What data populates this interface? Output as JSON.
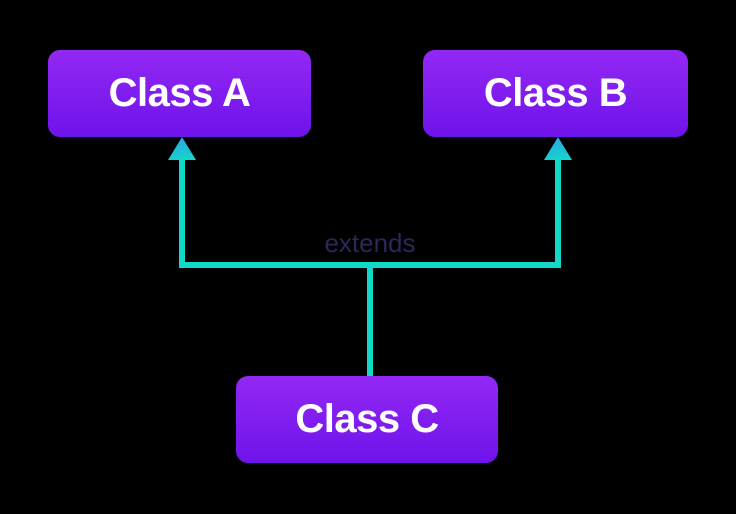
{
  "nodes": [
    {
      "id": "class-a",
      "label": "Class A"
    },
    {
      "id": "class-b",
      "label": "Class B"
    },
    {
      "id": "class-c",
      "label": "Class C"
    }
  ],
  "edges": [
    {
      "from": "class-c",
      "to": "class-a",
      "label": "extends",
      "arrow": "hollow-up"
    },
    {
      "from": "class-c",
      "to": "class-b",
      "label": "extends",
      "arrow": "hollow-up"
    }
  ],
  "edge_label": "extends",
  "colors": {
    "background": "#000000",
    "node_gradient_top": "#9328F4",
    "node_gradient_bottom": "#6E13EA",
    "node_text": "#FFFFFF",
    "connector": "#12D8C8",
    "arrow_gradient_top": "#31A0E8",
    "arrow_gradient_bottom": "#12D9C9",
    "edge_label_text": "#2A2857"
  }
}
